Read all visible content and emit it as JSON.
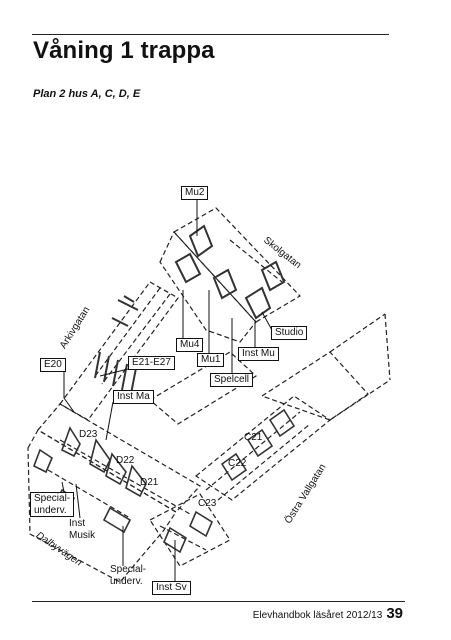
{
  "page": {
    "title": "Våning 1 trappa",
    "subtitle": "Plan 2 hus A, C, D, E",
    "footer_text": "Elevhandbok läsåret 2012/13",
    "page_number": "39"
  },
  "map": {
    "rooms": {
      "mu2": "Mu2",
      "mu4": "Mu4",
      "mu1": "Mu1",
      "studio": "Studio",
      "inst_mu": "Inst Mu",
      "spelcell": "Spelcell",
      "e20": "E20",
      "e21_e27": "E21-E27",
      "inst_ma": "Inst Ma",
      "d23": "D23",
      "d22": "D22",
      "d21": "D21",
      "c21": "C21",
      "c22": "C22",
      "c23": "C23",
      "special_left_1": "Special-",
      "special_left_2": "underv.",
      "inst_musik_1": "Inst",
      "inst_musik_2": "Musik",
      "special_bottom_1": "Special-",
      "special_bottom_2": "underv.",
      "inst_sv": "Inst Sv"
    },
    "streets": {
      "skolgatan": "Skolgatan",
      "arkivgatan": "Arkivgatan",
      "ostra_vallgatan": "Östra Vallgatan",
      "dalbyvagen": "Dalbyvägen"
    }
  }
}
